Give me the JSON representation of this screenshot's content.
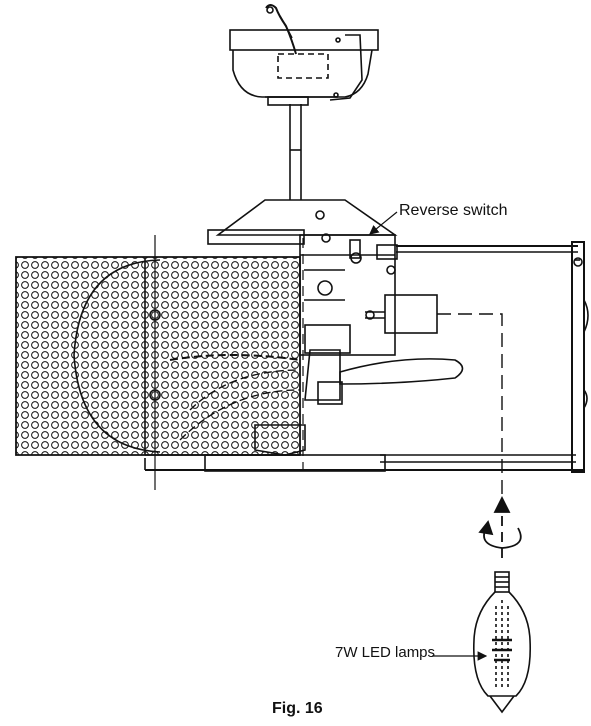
{
  "labels": {
    "reverse_switch": "Reverse switch",
    "led_lamps": "7W LED lamps",
    "figure": "Fig. 16"
  },
  "colors": {
    "line": "#111111",
    "background": "#ffffff"
  },
  "icons": {
    "rotation": "rotate-arrow-icon",
    "bulb": "led-bulb-icon"
  }
}
